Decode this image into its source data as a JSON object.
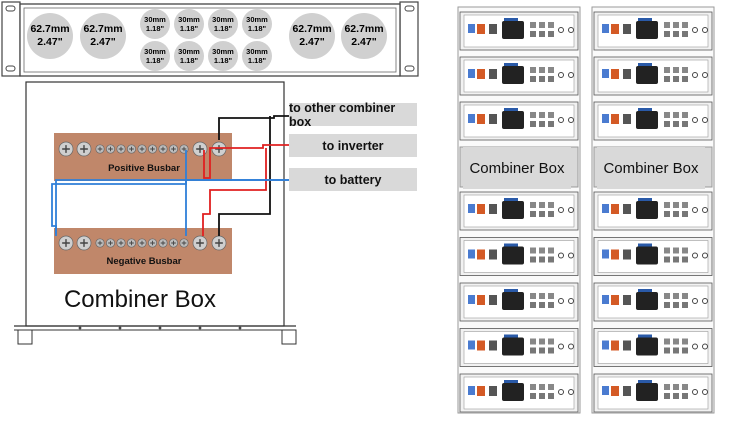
{
  "holes": {
    "large_left": [
      {
        "mm": "62.7mm",
        "inch": "2.47\""
      },
      {
        "mm": "62.7mm",
        "inch": "2.47\""
      }
    ],
    "small": [
      {
        "mm": "30mm",
        "inch": "1.18\""
      },
      {
        "mm": "30mm",
        "inch": "1.18\""
      },
      {
        "mm": "30mm",
        "inch": "1.18\""
      },
      {
        "mm": "30mm",
        "inch": "1.18\""
      },
      {
        "mm": "30mm",
        "inch": "1.18\""
      },
      {
        "mm": "30mm",
        "inch": "1.18\""
      },
      {
        "mm": "30mm",
        "inch": "1.18\""
      },
      {
        "mm": "30mm",
        "inch": "1.18\""
      }
    ],
    "large_right": [
      {
        "mm": "62.7mm",
        "inch": "2.47\""
      },
      {
        "mm": "62.7mm",
        "inch": "2.47\""
      }
    ]
  },
  "busbars": {
    "positive": "Positive Busbar",
    "negative": "Negative Busbar"
  },
  "connections": {
    "other_combiner": "to other combiner box",
    "inverter": "to inverter",
    "battery": "to battery"
  },
  "combiner_box_title": "Combiner Box",
  "racks": [
    {
      "label": "Combiner Box",
      "modules_above": 3,
      "modules_below": 5
    },
    {
      "label": "Combiner Box",
      "modules_above": 3,
      "modules_below": 5
    }
  ],
  "colors": {
    "busbar": "#c0876a",
    "positive_wire": "#e02020",
    "battery_wire": "#2f7fd8",
    "other_wire": "#111111",
    "label_bg": "#d9d9d9"
  }
}
